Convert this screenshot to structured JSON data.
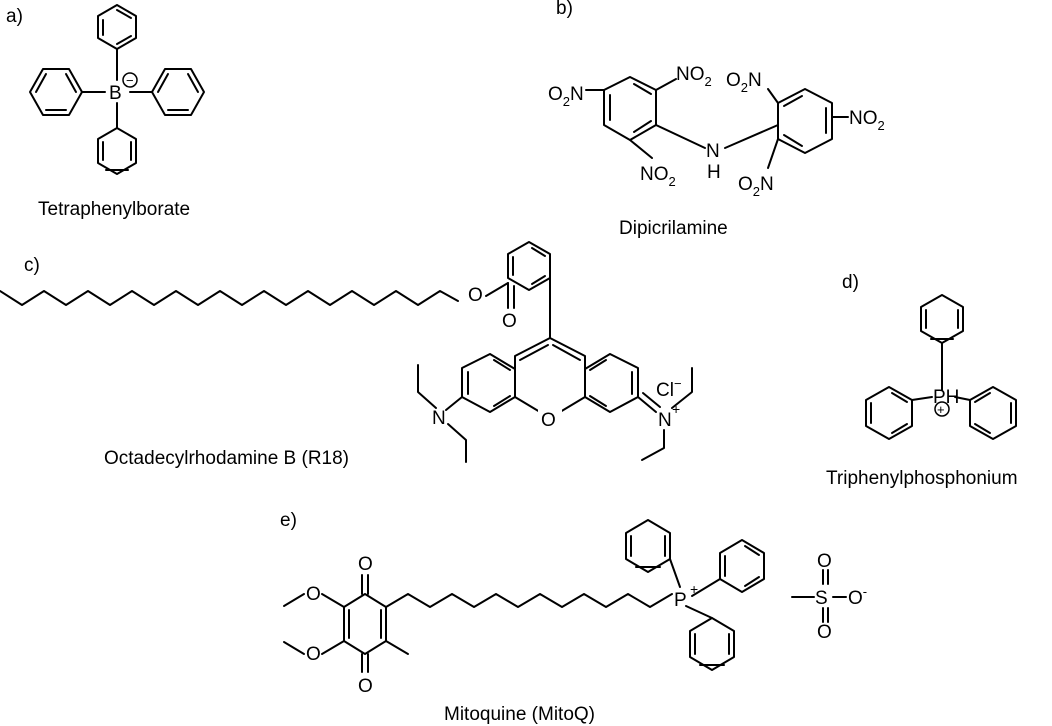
{
  "panels": {
    "a": {
      "label": "a)",
      "caption": "Tetraphenylborate",
      "atom_center": "B",
      "charge": "−"
    },
    "b": {
      "label": "b)",
      "caption": "Dipicrilamine",
      "bridge_atom": "N",
      "bridge_h": "H",
      "nitro_group": "NO",
      "nitro_sub": "2",
      "nitro_left": "O",
      "nitro_left_tail": "N"
    },
    "c": {
      "label": "c)",
      "caption": "Octadecylrhodamine B (R18)",
      "ester_o": "O",
      "carbonyl_o": "O",
      "ring_o": "O",
      "amine_n": "N",
      "iminium_n": "N",
      "plus": "+",
      "counter_ion": "Cl",
      "counter_charge": "−"
    },
    "d": {
      "label": "d)",
      "caption": "Triphenylphosphonium",
      "atom_center": "PH",
      "charge": "+"
    },
    "e": {
      "label": "e)",
      "caption": "Mitoquine (MitoQ)",
      "oxo_o": "O",
      "methoxy_o": "O",
      "phosphorus": "P",
      "plus": "+",
      "sulfur": "S",
      "sulfonyl_o": "O",
      "anion_o": "O",
      "anion_charge": "-"
    }
  }
}
